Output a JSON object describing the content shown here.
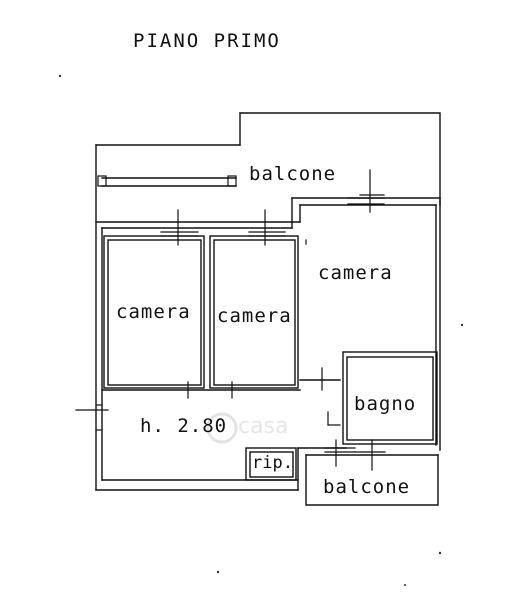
{
  "title": "PIANO PRIMO",
  "rooms": {
    "balcone_top": "balcone",
    "camera_right": "camera",
    "camera_left": "camera",
    "camera_mid": "camera",
    "bagno": "bagno",
    "height": "h. 2.80",
    "rip": "rip.",
    "balcone_bottom": "balcone"
  },
  "watermark": "casa",
  "colors": {
    "line": "#111111",
    "watermark": "#e6e6e6"
  }
}
